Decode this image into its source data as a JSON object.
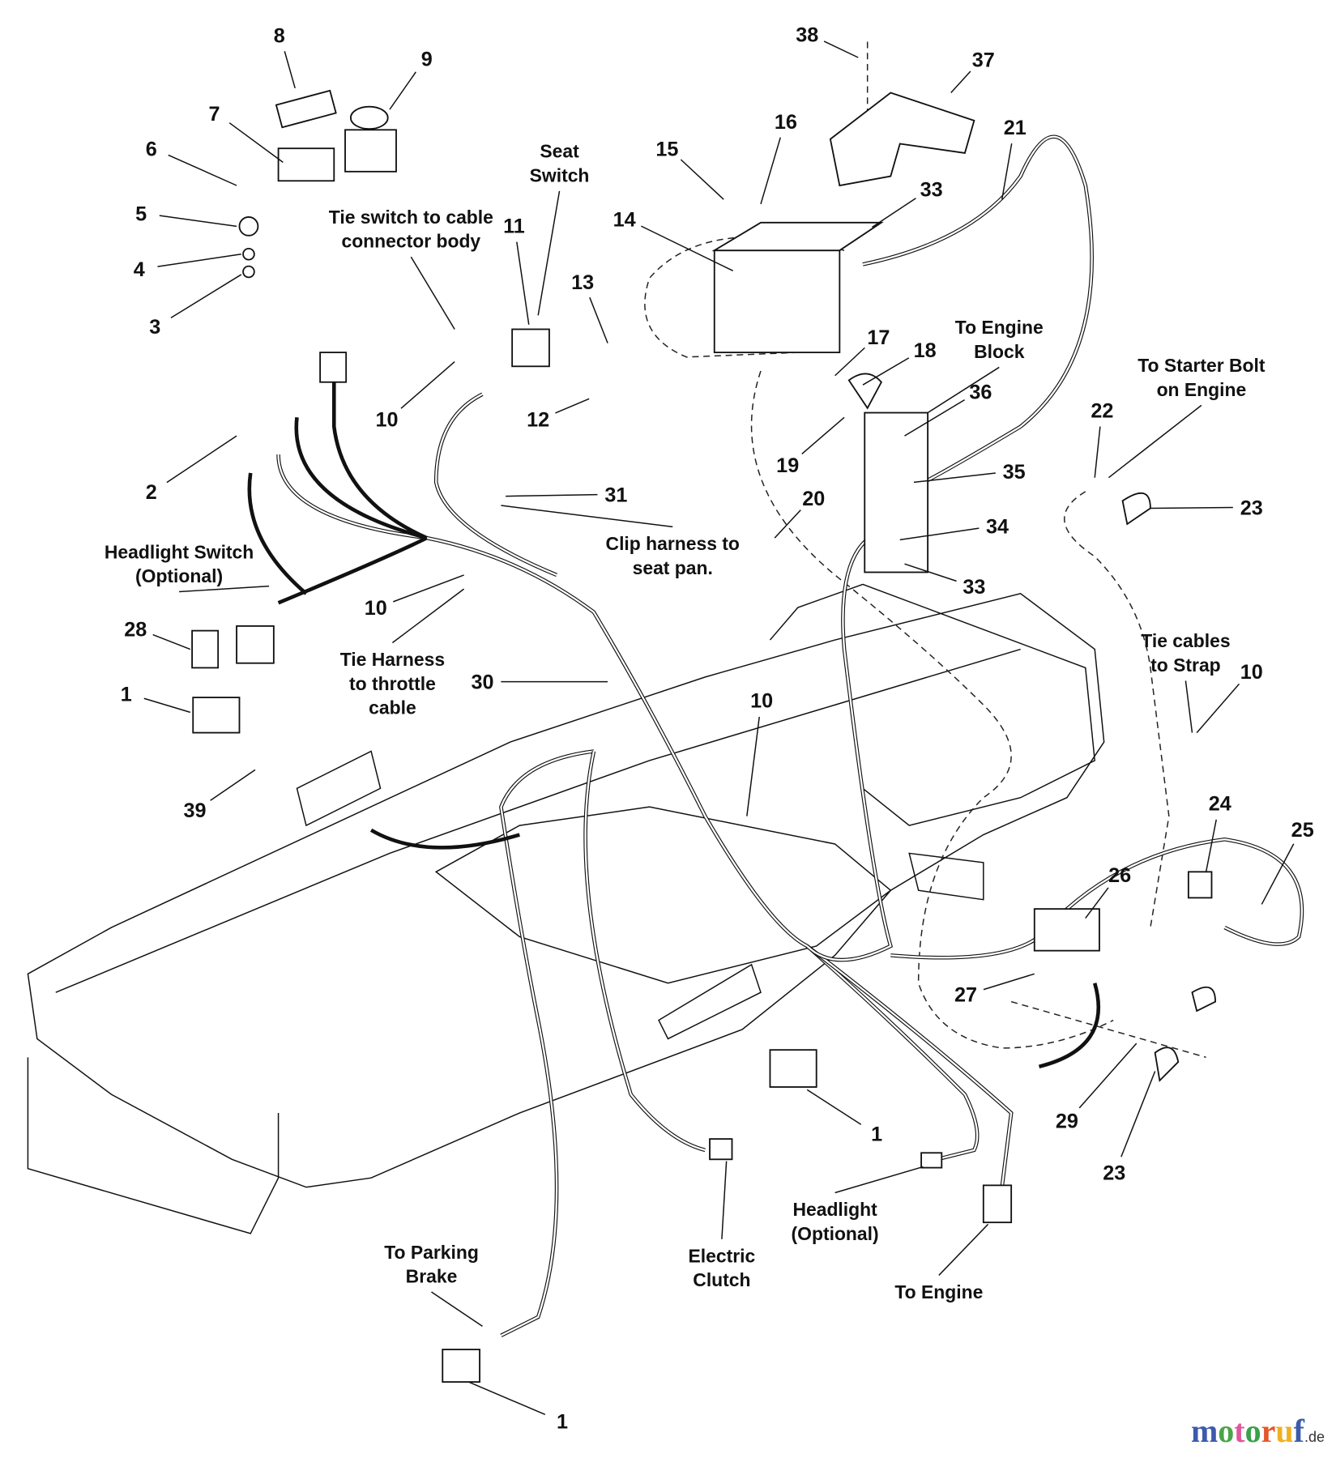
{
  "diagram": {
    "callouts": [
      "8",
      "9",
      "7",
      "6",
      "5",
      "4",
      "3",
      "2",
      "1",
      "28",
      "39",
      "10",
      "10",
      "11",
      "13",
      "12",
      "14",
      "15",
      "16",
      "38",
      "37",
      "33",
      "21",
      "17",
      "18",
      "19",
      "20",
      "36",
      "35",
      "34",
      "33",
      "22",
      "23",
      "10",
      "24",
      "25",
      "26",
      "27",
      "29",
      "23",
      "1",
      "1",
      "30",
      "31",
      "10"
    ],
    "labels": [
      [
        "Seat",
        "Switch"
      ],
      [
        "Tie switch to cable",
        "connector body"
      ],
      [
        "To Engine",
        "Block"
      ],
      [
        "To Starter Bolt",
        "on Engine"
      ],
      [
        "Headlight Switch",
        "(Optional)"
      ],
      [
        "Tie Harness",
        "to throttle",
        "cable"
      ],
      [
        "Clip harness to",
        "seat pan."
      ],
      [
        "Tie cables",
        "to Strap"
      ],
      [
        "Headlight",
        "(Optional)"
      ],
      [
        "To Engine"
      ],
      [
        "Electric",
        "Clutch"
      ],
      [
        "To Parking",
        "Brake"
      ]
    ]
  },
  "watermark": {
    "brand": "motoruf",
    "tld": ".de",
    "colors": [
      "#3b5bab",
      "#4aa548",
      "#e0569a",
      "#3aa04a",
      "#e2582a",
      "#f0b020"
    ]
  }
}
